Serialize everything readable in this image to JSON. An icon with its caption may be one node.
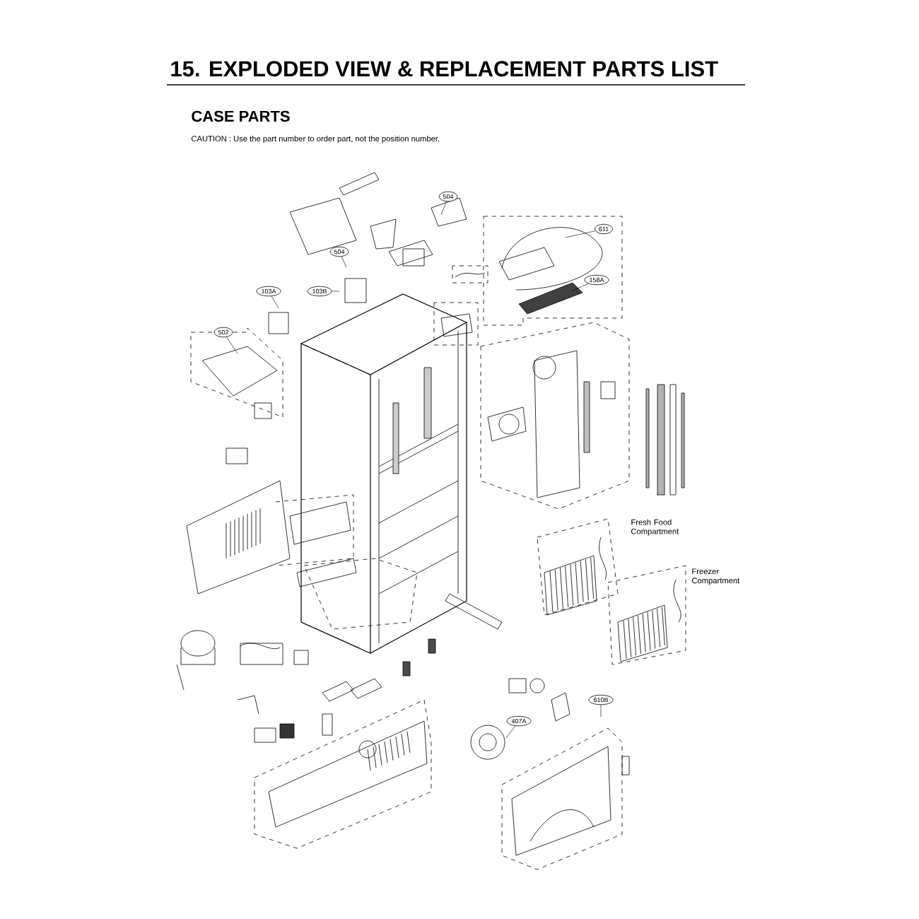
{
  "diagram": {
    "title": "15. EXPLODED VIEW & REPLACEMENT PARTS LIST",
    "nodes": [
      {
        "text": [
          "504"
        ]
      },
      {
        "text": [
          "611"
        ]
      },
      {
        "text": [
          "158A"
        ]
      },
      {
        "text": [
          "504"
        ]
      },
      {
        "text": [
          "103B"
        ]
      },
      {
        "text": [
          "103A"
        ]
      },
      {
        "text": [
          "502"
        ]
      },
      {
        "text": [
          "407A"
        ]
      },
      {
        "text": [
          "610B"
        ]
      }
    ],
    "edges": [
      {
        "from": 0,
        "to": null,
        "arrow": "none"
      },
      {
        "from": 1,
        "to": null,
        "arrow": "none"
      },
      {
        "from": 2,
        "to": null,
        "arrow": "none"
      },
      {
        "from": 3,
        "to": null,
        "arrow": "none"
      },
      {
        "from": 4,
        "to": null,
        "arrow": "none"
      },
      {
        "from": 5,
        "to": null,
        "arrow": "none"
      },
      {
        "from": 6,
        "to": null,
        "arrow": "none"
      },
      {
        "from": 7,
        "to": null,
        "arrow": "none"
      },
      {
        "from": 8,
        "to": null,
        "arrow": "none"
      }
    ],
    "labels": [
      "CASE PARTS",
      "CAUTION : Use the part number to order part, not the position number.",
      "Fresh Food Compartment",
      "Freezer Compartment"
    ]
  }
}
